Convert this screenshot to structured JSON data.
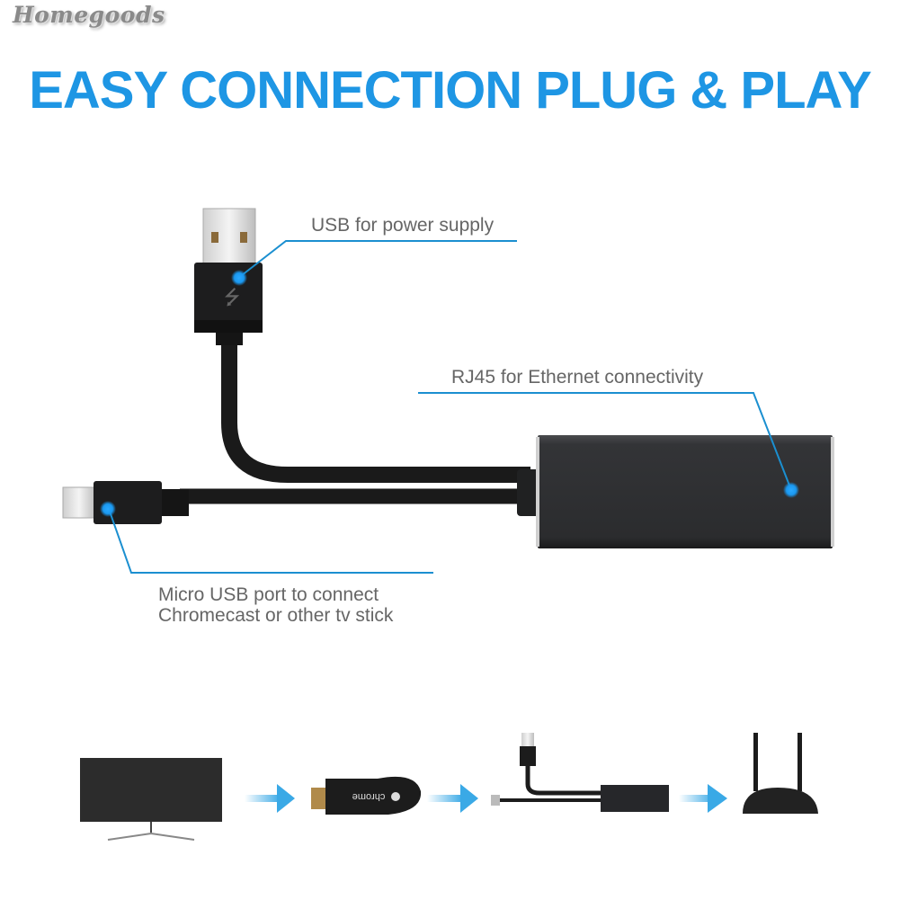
{
  "watermark": "Homegoods",
  "headline": "EASY CONNECTION PLUG & PLAY",
  "callouts": {
    "usb_power": "USB for power supply",
    "rj45": "RJ45 for Ethernet connectivity",
    "micro_usb_line1": "Micro USB port to connect",
    "micro_usb_line2": "Chromecast or other tv stick"
  },
  "flow": {
    "steps": [
      "tv",
      "chromecast",
      "ethernet-adapter",
      "router"
    ],
    "chromecast_text": "chrome"
  },
  "colors": {
    "accent": "#1e96e4",
    "callout_line": "#1b8fd0",
    "label_text": "#666666",
    "device_dark": "#2a2b2d"
  }
}
